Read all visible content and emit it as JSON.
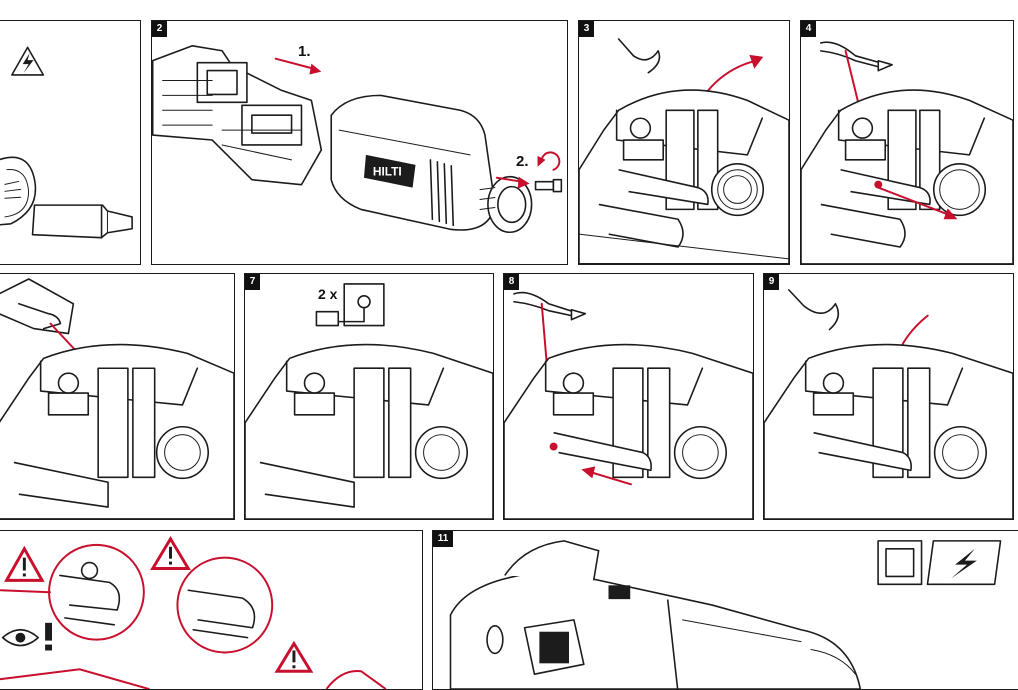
{
  "colors": {
    "accent": "#c8102e",
    "ink": "#1c1c1c",
    "badge_bg": "#111111",
    "background": "#ffffff"
  },
  "panels": [
    {
      "badge": "",
      "icons": [
        "electric-hazard-icon",
        "angle-grinder-icon"
      ]
    },
    {
      "badge": "2",
      "steps": [
        "1.",
        "2."
      ],
      "brand": "HILTI",
      "icons": [
        "rotate-arrow-icon",
        "screw-icon"
      ]
    },
    {
      "badge": "3",
      "icons": [
        "hook-tool-icon",
        "up-arrow-icon"
      ]
    },
    {
      "badge": "4",
      "icons": [
        "pliers-icon"
      ]
    },
    {
      "badge": "",
      "icons": [
        "cloth-hand-icon"
      ]
    },
    {
      "badge": "7",
      "quantity": "2 x",
      "icons": [
        "carbon-brush-icon"
      ]
    },
    {
      "badge": "8",
      "icons": [
        "pliers-icon"
      ]
    },
    {
      "badge": "9",
      "icons": [
        "hook-tool-icon"
      ]
    },
    {
      "badge": "",
      "icons": [
        "warning-triangle-icon",
        "eye-icon",
        "exclamation-icon"
      ]
    },
    {
      "badge": "11",
      "icons": [
        "double-insulation-icon",
        "lightning-icon"
      ]
    }
  ]
}
